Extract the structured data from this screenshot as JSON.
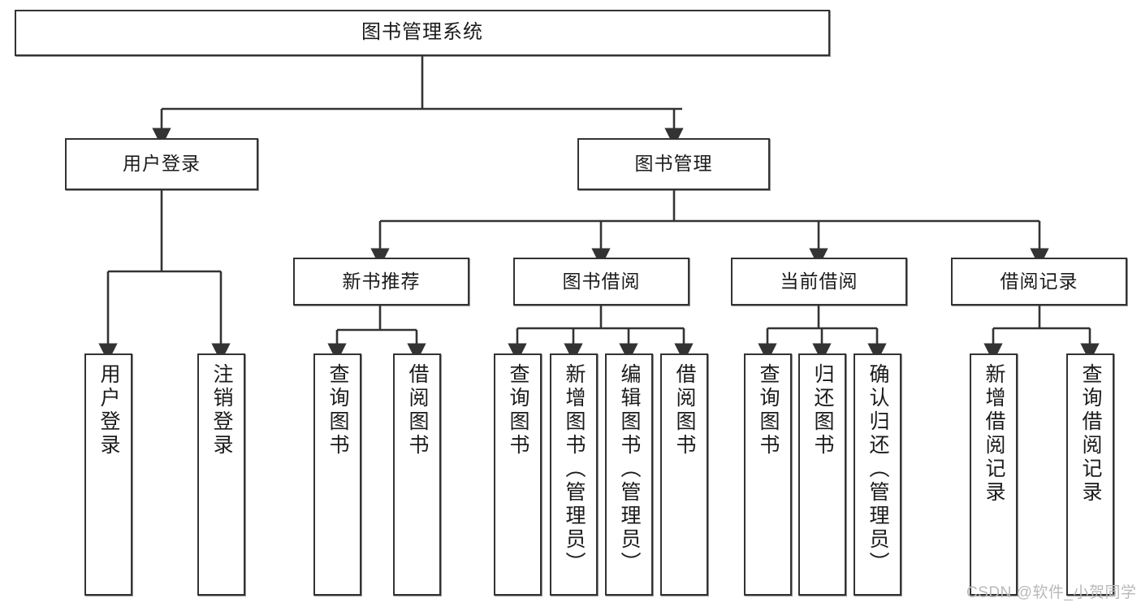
{
  "diagram": {
    "type": "tree-hierarchy-chart",
    "title": "图书管理系统",
    "root": {
      "label": "图书管理系统"
    },
    "level2": [
      {
        "label": "用户登录"
      },
      {
        "label": "图书管理"
      }
    ],
    "level3": [
      {
        "label": "新书推荐"
      },
      {
        "label": "图书借阅"
      },
      {
        "label": "当前借阅"
      },
      {
        "label": "借阅记录"
      }
    ],
    "leaves": {
      "user_login": [
        {
          "label": "用户登录"
        },
        {
          "label": "注销登录"
        }
      ],
      "new_book_recommend": [
        {
          "label": "查询图书"
        },
        {
          "label": "借阅图书"
        }
      ],
      "book_borrow": [
        {
          "label": "查询图书"
        },
        {
          "label": "新增图书（管理员）"
        },
        {
          "label": "编辑图书（管理员）"
        },
        {
          "label": "借阅图书"
        }
      ],
      "current_borrow": [
        {
          "label": "查询图书"
        },
        {
          "label": "归还图书"
        },
        {
          "label": "确认归还（管理员）"
        }
      ],
      "borrow_record": [
        {
          "label": "新增借阅记录"
        },
        {
          "label": "查询借阅记录"
        }
      ]
    },
    "watermark": "CSDN @软件_小贺同学",
    "colors": {
      "stroke": "#333333",
      "background": "#ffffff",
      "text": "#1b1b1b",
      "watermark": "#b9b9b9"
    }
  }
}
